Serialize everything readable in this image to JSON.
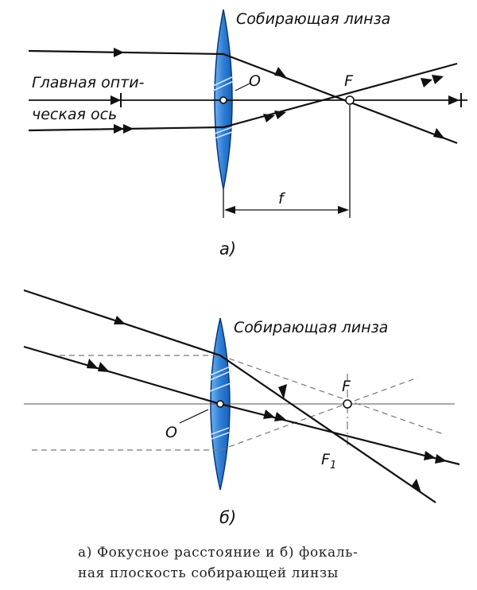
{
  "diagram_a": {
    "lens_label": "Собирающая линза",
    "axis_label_line1": "Главная опти-",
    "axis_label_line2": "ческая ось",
    "center_label": "O",
    "focus_label": "F",
    "focal_length_label": "f",
    "panel_label": "a)"
  },
  "diagram_b": {
    "lens_label": "Собирающая линза",
    "center_label": "O",
    "focus_label": "F",
    "focal_point_label": "F",
    "focal_point_subscript": "1",
    "panel_label": "б)"
  },
  "caption": {
    "line1": "а) Фокусное расстояние и б) фокаль-",
    "line2": "ная плоскость собирающей линзы"
  },
  "colors": {
    "lens_fill": "#2f7fd6",
    "lens_edge": "#0d3d80",
    "ray": "#111111"
  }
}
